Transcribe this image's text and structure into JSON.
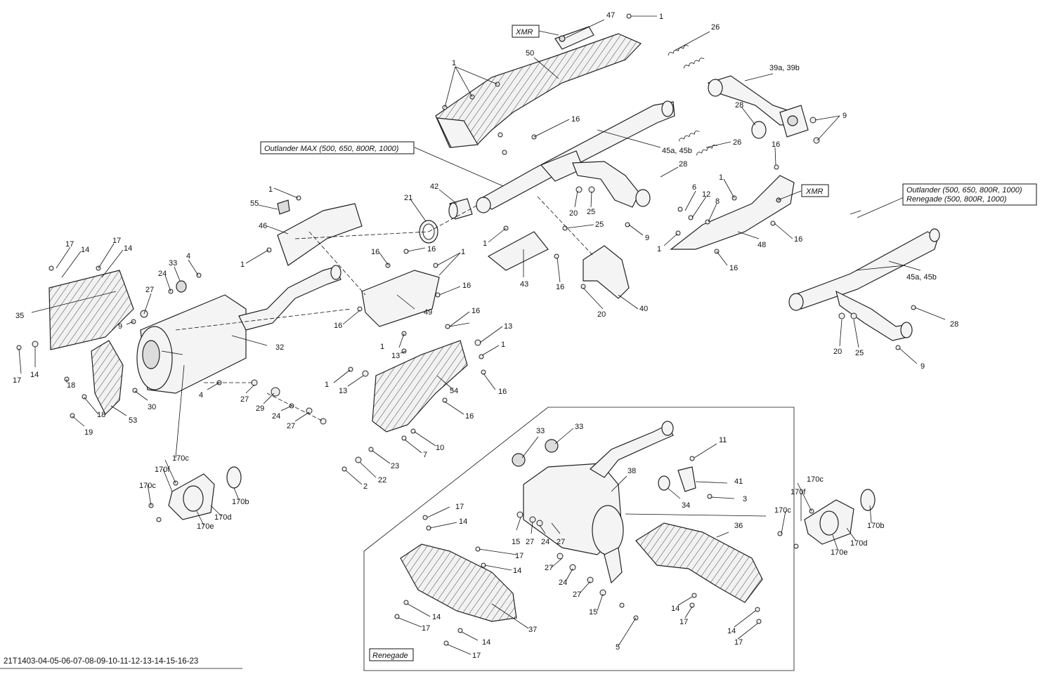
{
  "diagram": {
    "footer_code": "21T1403-04-05-06-07-08-09-10-11-12-13-14-15-16-23",
    "renegade_box_label": "Renegade",
    "callouts_boxed": [
      {
        "id": "xmr-top",
        "text": "XMR"
      },
      {
        "id": "xmr-right",
        "text": "XMR"
      },
      {
        "id": "outlander-max",
        "text": "Outlander MAX (500, 650, 800R, 1000)"
      },
      {
        "id": "outlander-line1",
        "text": "Outlander (500, 650, 800R, 1000)"
      },
      {
        "id": "outlander-line2",
        "text": "Renegade (500, 800R, 1000)"
      }
    ],
    "labels": {
      "l47": "47",
      "l1a": "1",
      "l26a": "26",
      "l39": "39a, 39b",
      "l50": "50",
      "l1b": "1",
      "l9a": "9",
      "l28a": "28",
      "l16a": "16",
      "l45a": "45a, 45b",
      "l26b": "26",
      "l16b": "16",
      "l28b": "28",
      "l42": "42",
      "l21": "21",
      "l1c": "1",
      "l55": "55",
      "l46": "46",
      "l1d": "1",
      "l6": "6",
      "l12": "12",
      "l8": "8",
      "l1e": "1",
      "l20a": "20",
      "l25a": "25",
      "l25b": "25",
      "l9b": "9",
      "l48": "48",
      "l16c": "16",
      "l16d": "16",
      "l1f": "1",
      "l16e": "16",
      "l1g": "1",
      "l16f": "16",
      "l43": "43",
      "l16g": "16",
      "l16h": "16",
      "l49": "49",
      "l16i": "16",
      "l17a": "17",
      "l14a": "14",
      "l17b": "17",
      "l14b": "14",
      "l4a": "4",
      "l33a": "33",
      "l24a": "24",
      "l27a": "27",
      "l35": "35",
      "l9c": "9",
      "l32": "32",
      "l40": "40",
      "l20b": "20",
      "l45b": "45a, 45b",
      "l28c": "28",
      "l20c": "20",
      "l25c": "25",
      "l9d": "9",
      "l17c": "17",
      "l14c": "14",
      "l18a": "18",
      "l30": "30",
      "l4b": "4",
      "l27b": "27",
      "l29": "29",
      "l18b": "18",
      "l53": "53",
      "l24b": "24",
      "l27c": "27",
      "l19": "19",
      "l16j": "16",
      "l13a": "13",
      "l1h": "1",
      "l13b": "13",
      "l1i": "1",
      "l1j": "1",
      "l13c": "13",
      "l54": "54",
      "l16k": "16",
      "l16l": "16",
      "l10": "10",
      "l7": "7",
      "l23": "23",
      "l22": "22",
      "l2": "2",
      "l170c1": "170c",
      "l170f1": "170f",
      "l170c2": "170c",
      "l170b1": "170b",
      "l170d1": "170d",
      "l170e1": "170e",
      "l33b": "33",
      "l33c": "33",
      "l11": "11",
      "l38": "38",
      "l41": "41",
      "l34": "34",
      "l3": "3",
      "l17d": "17",
      "l14d": "14",
      "l15a": "15",
      "l27d": "27",
      "l24c": "24",
      "l27e": "27",
      "l36": "36",
      "l170c3": "170c",
      "l170f2": "170f",
      "l170c4": "170c",
      "l170b2": "170b",
      "l170d2": "170d",
      "l170e2": "170e",
      "l17e": "17",
      "l14e": "14",
      "l27f": "27",
      "l24d": "24",
      "l27g": "27",
      "l14f": "14",
      "l17f": "17",
      "l14g": "14",
      "l17g": "17",
      "l15b": "15",
      "l37": "37",
      "l17h": "17",
      "l14h": "14",
      "l17i": "17",
      "l5": "5"
    }
  }
}
